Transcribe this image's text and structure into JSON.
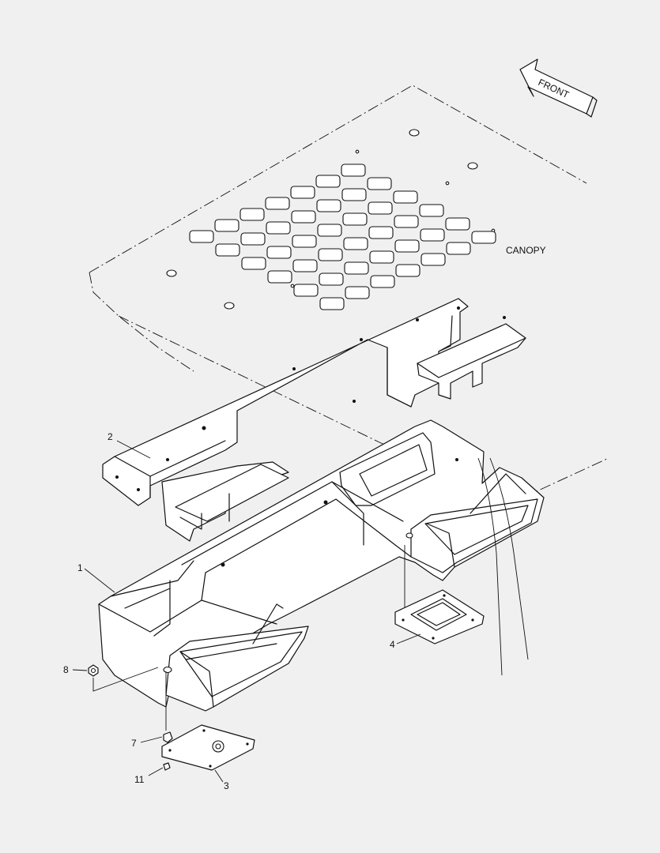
{
  "labels": {
    "front": "FRONT",
    "canopy": "CANOPY"
  },
  "callouts": [
    {
      "id": "1",
      "text": "1"
    },
    {
      "id": "2",
      "text": "2"
    },
    {
      "id": "3",
      "text": "3"
    },
    {
      "id": "4",
      "text": "4"
    },
    {
      "id": "7",
      "text": "7"
    },
    {
      "id": "8",
      "text": "8"
    },
    {
      "id": "11",
      "text": "11"
    }
  ]
}
